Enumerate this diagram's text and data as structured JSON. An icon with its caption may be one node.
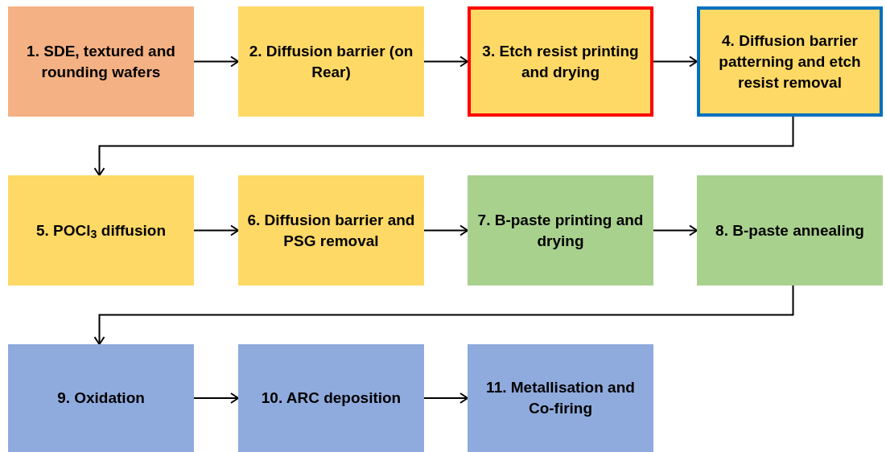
{
  "diagram": {
    "nodes": [
      {
        "text": [
          "1. SDE, textured and rounding wafers"
        ]
      },
      {
        "text": [
          "2. Diffusion barrier (on Rear)"
        ]
      },
      {
        "text": [
          "3. Etch resist printing and drying"
        ]
      },
      {
        "text": [
          "4. Diffusion barrier patterning and etch resist removal"
        ]
      },
      {
        "text": [
          "5. POCl$_{3}$ diffusion"
        ]
      },
      {
        "text": [
          "6. Diffusion barrier and PSG removal"
        ]
      },
      {
        "text": [
          "7. B-paste printing and drying"
        ]
      },
      {
        "text": [
          "8. B-paste annealing"
        ]
      },
      {
        "text": [
          "9. Oxidation"
        ]
      },
      {
        "text": [
          "10. ARC deposition"
        ]
      },
      {
        "text": [
          "11. Metallisation and Co-firing"
        ]
      }
    ],
    "edges": [
      {
        "from": 0,
        "to": 1,
        "arrow": "to"
      },
      {
        "from": 1,
        "to": 2,
        "arrow": "to"
      },
      {
        "from": 2,
        "to": 3,
        "arrow": "to"
      },
      {
        "from": 3,
        "to": 4,
        "arrow": "to"
      },
      {
        "from": 4,
        "to": 5,
        "arrow": "to"
      },
      {
        "from": 5,
        "to": 6,
        "arrow": "to"
      },
      {
        "from": 6,
        "to": 7,
        "arrow": "to"
      },
      {
        "from": 7,
        "to": 8,
        "arrow": "to"
      },
      {
        "from": 8,
        "to": 9,
        "arrow": "to"
      },
      {
        "from": 9,
        "to": 10,
        "arrow": "to"
      }
    ]
  }
}
